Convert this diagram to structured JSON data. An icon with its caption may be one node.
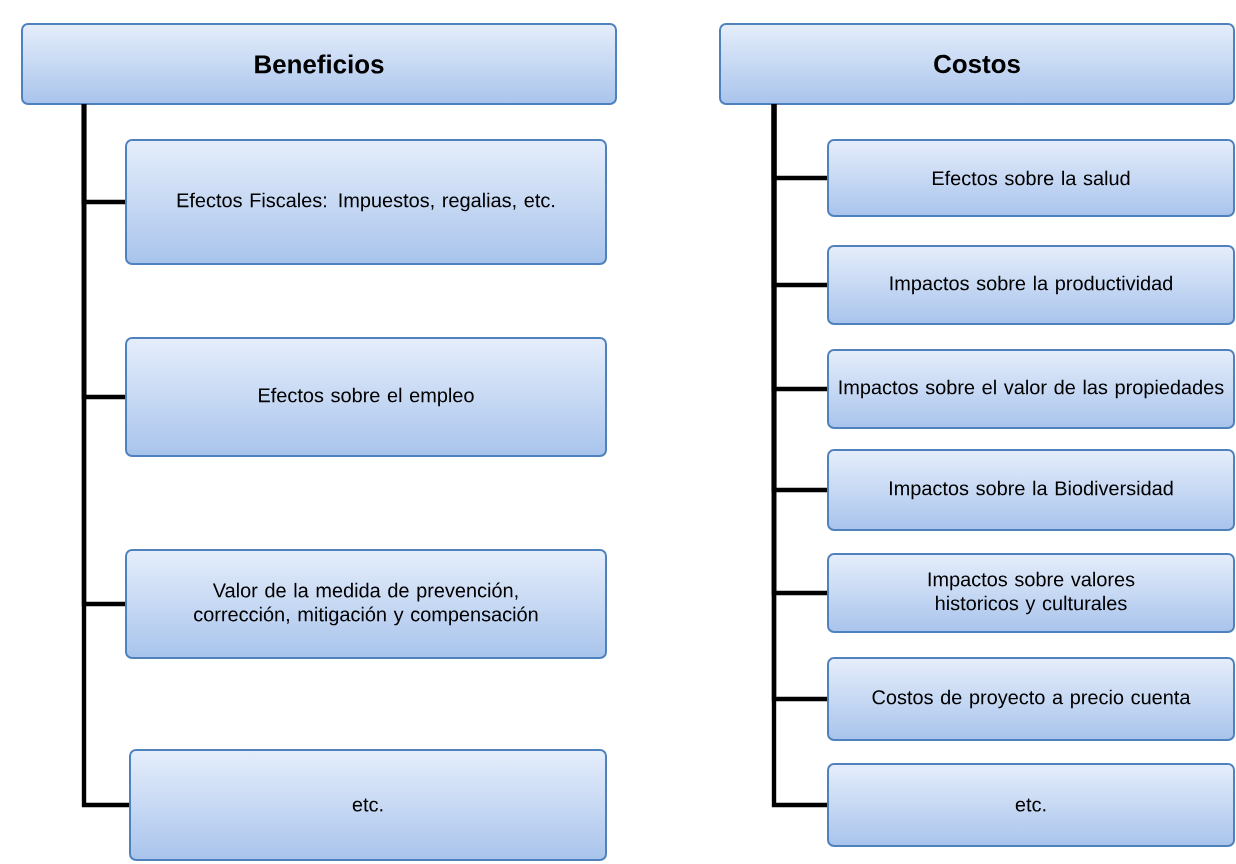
{
  "diagram": {
    "nodes": [
      {
        "text": [
          "Beneficios"
        ]
      },
      {
        "text": [
          "Efectos Fiscales: Impuestos, regalias, etc."
        ]
      },
      {
        "text": [
          "Efectos sobre el empleo"
        ]
      },
      {
        "text": [
          "Valor de la medida de prevención, corrección, mitigación y compensación"
        ]
      },
      {
        "text": [
          "etc."
        ]
      },
      {
        "text": [
          "Costos"
        ]
      },
      {
        "text": [
          "Efectos sobre la salud"
        ]
      },
      {
        "text": [
          "Impactos sobre la productividad"
        ]
      },
      {
        "text": [
          "Impactos sobre el valor de las propiedades"
        ]
      },
      {
        "text": [
          "Impactos sobre la Biodiversidad"
        ]
      },
      {
        "text": [
          "Impactos sobre valores historicos y culturales"
        ]
      },
      {
        "text": [
          "Costos de proyecto a precio cuenta"
        ]
      },
      {
        "text": [
          "etc."
        ]
      }
    ],
    "edges": [
      {
        "from": 0,
        "to": 1,
        "arrow": "none"
      },
      {
        "from": 0,
        "to": 2,
        "arrow": "none"
      },
      {
        "from": 0,
        "to": 3,
        "arrow": "none"
      },
      {
        "from": 0,
        "to": 4,
        "arrow": "none"
      },
      {
        "from": 5,
        "to": 6,
        "arrow": "none"
      },
      {
        "from": 5,
        "to": 7,
        "arrow": "none"
      },
      {
        "from": 5,
        "to": 8,
        "arrow": "none"
      },
      {
        "from": 5,
        "to": 9,
        "arrow": "none"
      },
      {
        "from": 5,
        "to": 10,
        "arrow": "none"
      },
      {
        "from": 5,
        "to": 11,
        "arrow": "none"
      },
      {
        "from": 5,
        "to": 12,
        "arrow": "none"
      }
    ]
  }
}
